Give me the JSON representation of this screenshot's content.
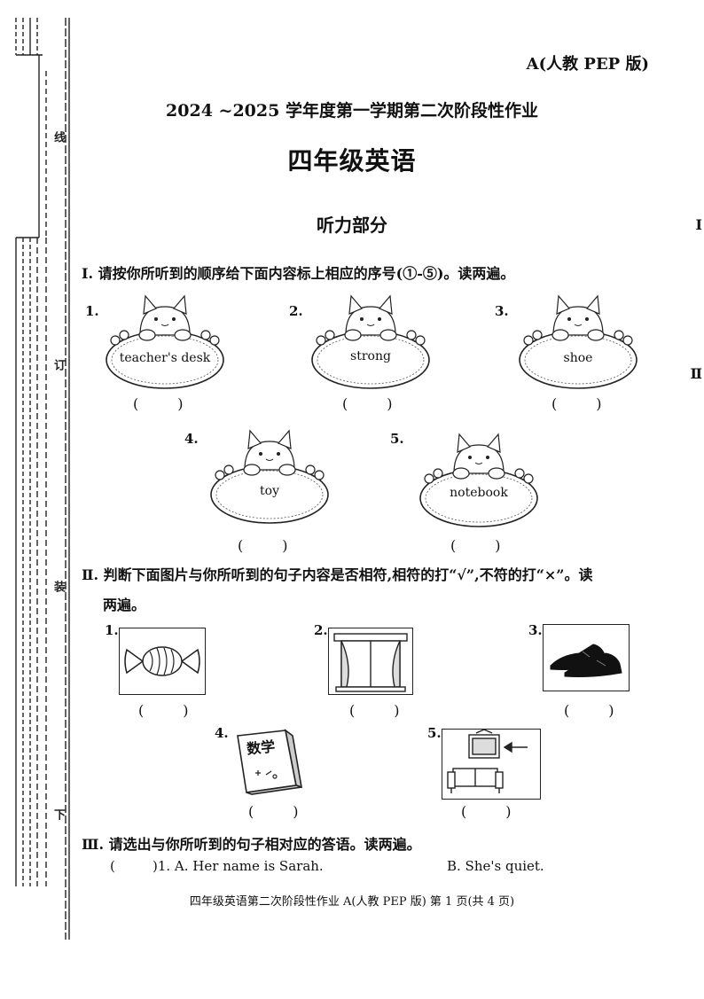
{
  "edition": "A(人教 PEP 版)",
  "title": "2024 ~2025 学年度第一学期第二次阶段性作业",
  "subject": "四年级英语",
  "part_title": "听力部分",
  "binding": {
    "chars": [
      "线",
      "订",
      "装",
      "下"
    ]
  },
  "section1": {
    "instruction": "Ⅰ. 请按你所听到的顺序给下面内容标上相应的序号(①-⑤)。读两遍。",
    "items": [
      {
        "num": "1.",
        "word": "teacher's desk",
        "answer": ""
      },
      {
        "num": "2.",
        "word": "strong",
        "answer": ""
      },
      {
        "num": "3.",
        "word": "shoe",
        "answer": ""
      },
      {
        "num": "4.",
        "word": "toy",
        "answer": ""
      },
      {
        "num": "5.",
        "word": "notebook",
        "answer": ""
      }
    ]
  },
  "section2": {
    "instruction_line1": "Ⅱ. 判断下面图片与你所听到的句子内容是否相符,相符的打“√”,不符的打“×”。读",
    "instruction_line2": "两遍。",
    "items": [
      {
        "num": "1.",
        "icon": "candy-icon",
        "answer": ""
      },
      {
        "num": "2.",
        "icon": "window-icon",
        "answer": ""
      },
      {
        "num": "3.",
        "icon": "shoes-icon",
        "answer": ""
      },
      {
        "num": "4.",
        "icon": "math-book-icon",
        "book_label": "数学",
        "answer": ""
      },
      {
        "num": "5.",
        "icon": "sofa-picture-icon",
        "answer": ""
      }
    ]
  },
  "section3": {
    "instruction": "Ⅲ. 请选出与你所听到的句子相对应的答语。读两遍。",
    "q1_number": ")1. A. Her name is Sarah.",
    "q1_open": "(",
    "q1_b": "B. She's quiet."
  },
  "footer": "四年级英语第二次阶段性作业 A(人教 PEP 版)   第 1 页(共 4 页)",
  "edge_marks": [
    "I",
    "Ⅱ"
  ]
}
